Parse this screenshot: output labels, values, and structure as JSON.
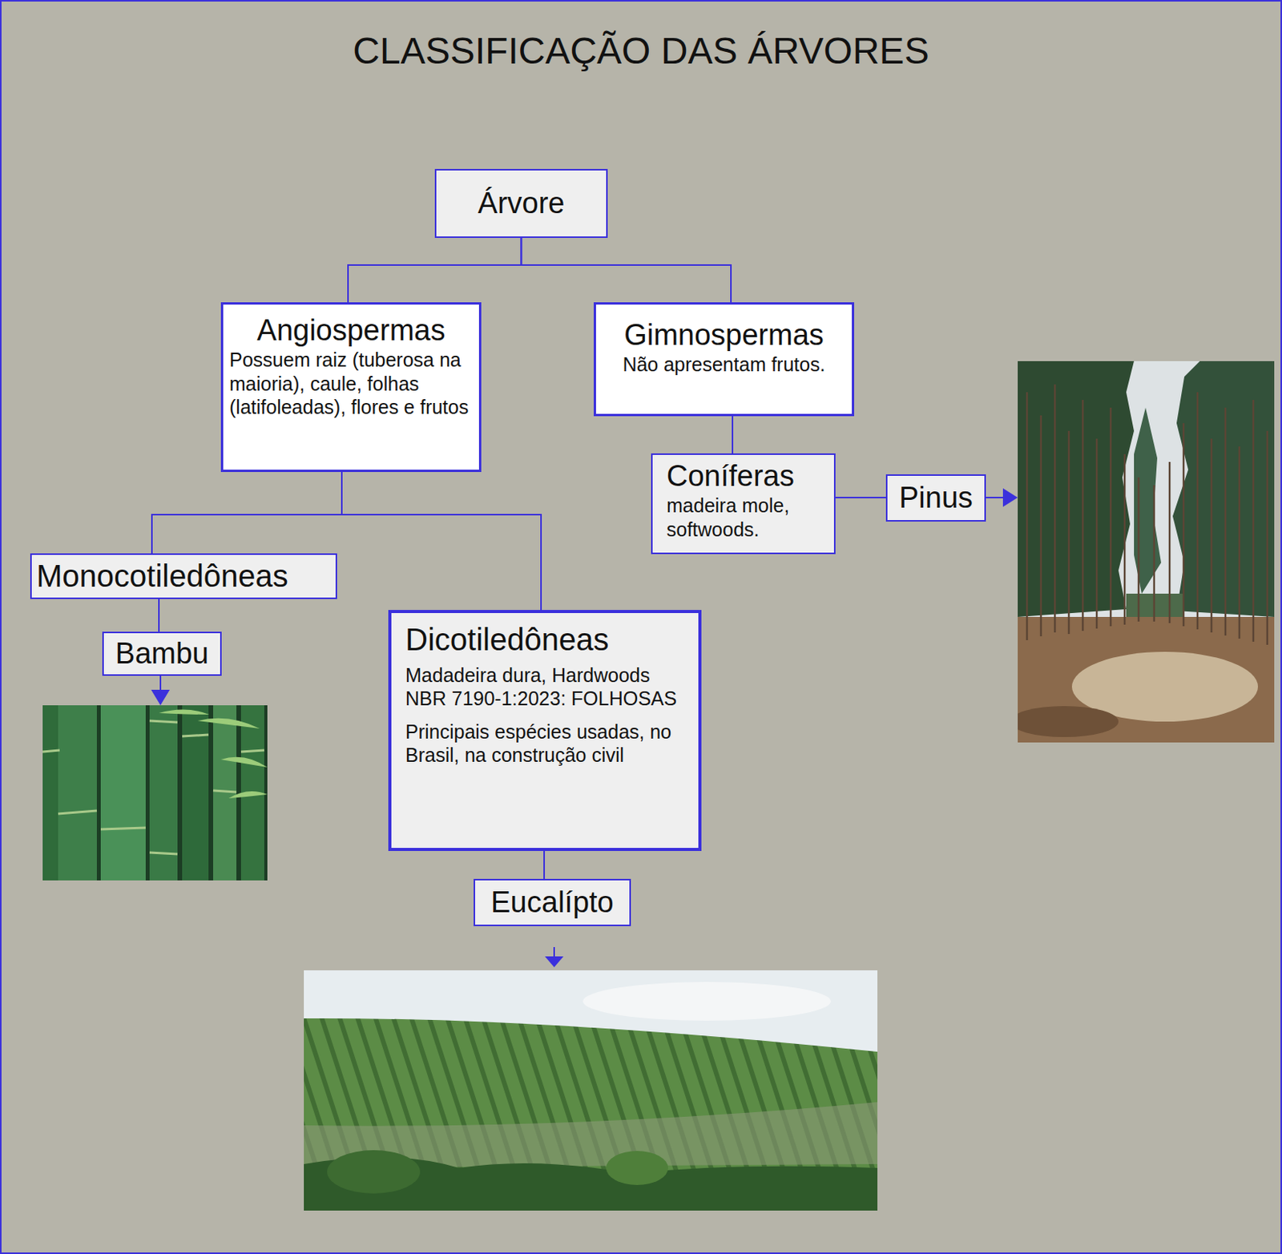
{
  "diagram": {
    "title": "CLASSIFICAÇÃO DAS ÁRVORES",
    "nodes": [
      {
        "text": [
          "Árvore"
        ]
      },
      {
        "text": [
          "Angiospermas",
          "Possuem raiz (tuberosa na maioria), caule, folhas (latifoleadas), flores e frutos"
        ]
      },
      {
        "text": [
          "Gimnospermas",
          "Não apresentam frutos."
        ]
      },
      {
        "text": [
          "Coníferas",
          "madeira mole, softwoods."
        ]
      },
      {
        "text": [
          "Pinus"
        ]
      },
      {
        "text": [
          "Monocotiledôneas"
        ]
      },
      {
        "text": [
          "Bambu"
        ]
      },
      {
        "text": [
          "Dicotiledôneas",
          "Madadeira dura, Hardwoods NBR 7190-1:2023: FOLHOSAS",
          "Principais espécies usadas, no Brasil, na construção civil"
        ]
      },
      {
        "text": [
          "Eucalípto"
        ]
      }
    ],
    "edges": [
      {
        "from": 0,
        "to": 1,
        "arrow": "none"
      },
      {
        "from": 0,
        "to": 2,
        "arrow": "none"
      },
      {
        "from": 1,
        "to": 5,
        "arrow": "none"
      },
      {
        "from": 1,
        "to": 7,
        "arrow": "none"
      },
      {
        "from": 2,
        "to": 3,
        "arrow": "none"
      },
      {
        "from": 3,
        "to": 4,
        "arrow": "none"
      },
      {
        "from": 5,
        "to": 6,
        "arrow": "none"
      },
      {
        "from": 7,
        "to": 8,
        "arrow": "none"
      }
    ]
  }
}
